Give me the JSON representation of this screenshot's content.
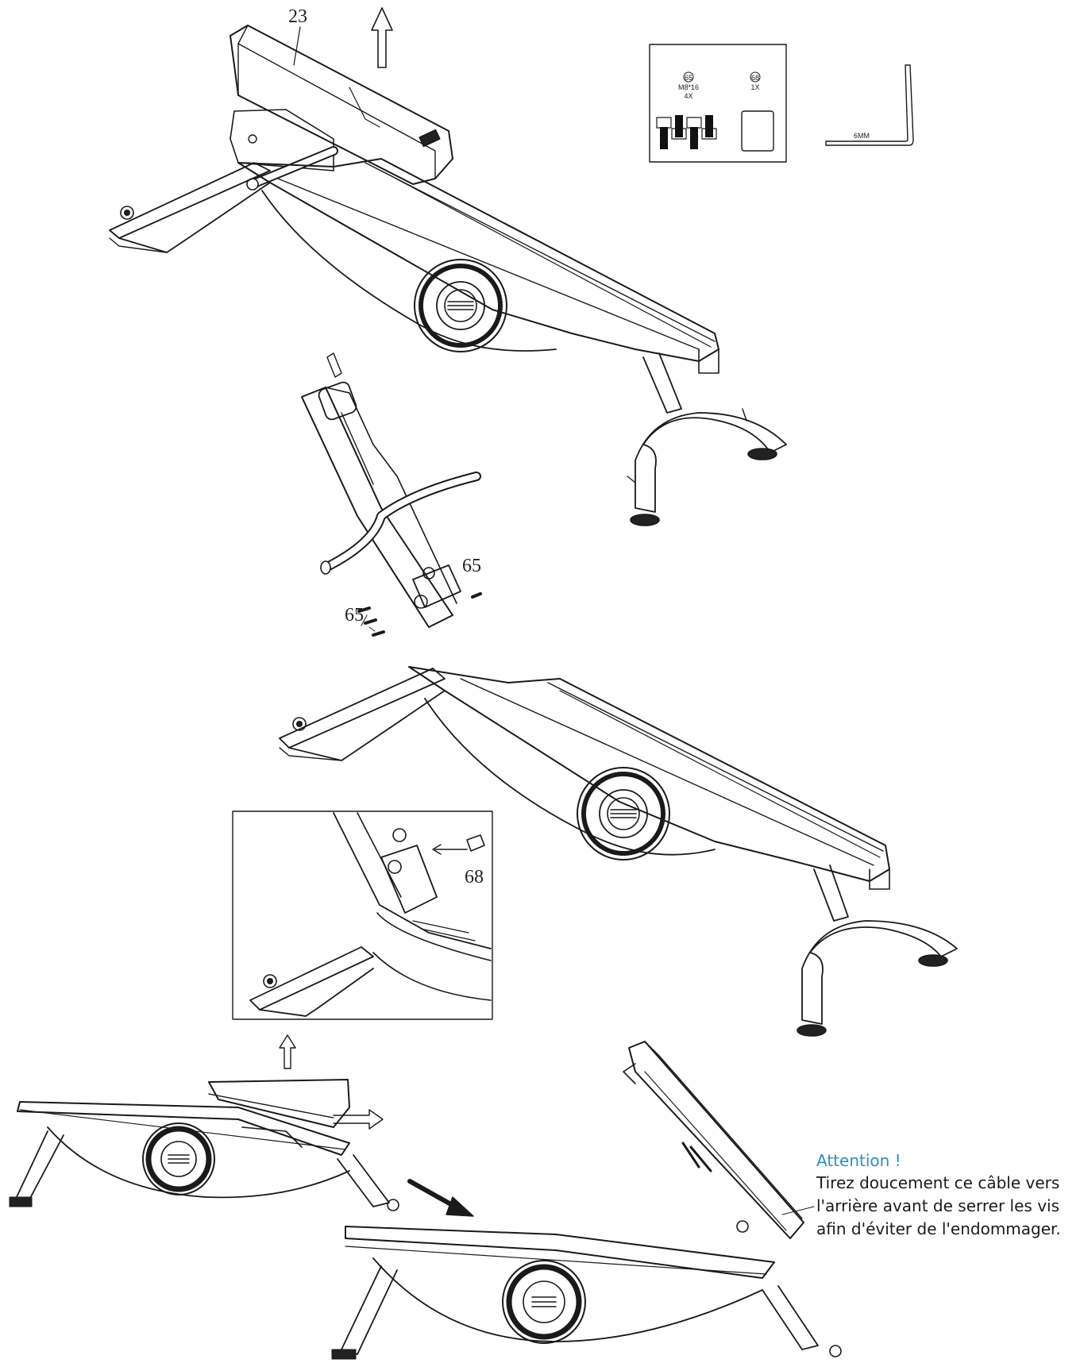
{
  "callouts": {
    "part_23": "23",
    "part_65_right": "65",
    "part_65_left": "65",
    "part_68": "68"
  },
  "hardware_box": {
    "screw": {
      "id": "65",
      "spec": "M8*16",
      "qty": "4X"
    },
    "cap": {
      "id": "68",
      "qty": "1X"
    }
  },
  "tool": {
    "label": "6MM"
  },
  "attention": {
    "title": "Attention !",
    "lines": [
      "Tirez doucement ce câble vers",
      "l'arrière avant de serrer les vis",
      "afin d'éviter de l'endommager."
    ]
  },
  "icons": {
    "up_arrow": "arrow-up-icon",
    "right_arrow": "arrow-right-icon",
    "diagonal_arrow": "arrow-down-right-icon"
  }
}
